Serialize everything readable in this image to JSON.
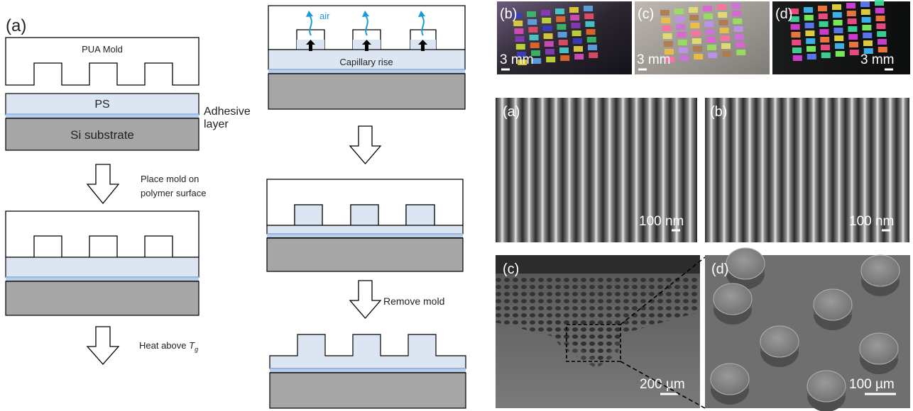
{
  "schematic": {
    "panel_label": "(a)",
    "mold_label": "PUA Mold",
    "ps_label": "PS",
    "adhesive_label_line1": "Adhesive",
    "adhesive_label_line2": "layer",
    "substrate_label": "Si substrate",
    "step1_line1": "Place mold on",
    "step1_line2": "polymer surface",
    "step2_prefix": "Heat above ",
    "step2_symbol": "T",
    "step2_sub": "g",
    "air_label": "air",
    "capillary_label": "Capillary rise",
    "remove_label": "Remove mold"
  },
  "photos": [
    {
      "label": "(b)",
      "scale": "3 mm"
    },
    {
      "label": "(c)",
      "scale": "3 mm"
    },
    {
      "label": "(d)",
      "scale": "3 mm"
    }
  ],
  "sem": [
    {
      "label": "(a)",
      "scale": "100 nm"
    },
    {
      "label": "(b)",
      "scale": "100 nm"
    },
    {
      "label": "(c)",
      "scale": "200 µm"
    },
    {
      "label": "(d)",
      "scale": "100 µm"
    }
  ],
  "colors": {
    "polymer": "#dce6f2",
    "adhesive_line": "#8db4e2",
    "substrate": "#a6a6a6",
    "air_arrow": "#1a9ad6",
    "outline": "#000000"
  }
}
